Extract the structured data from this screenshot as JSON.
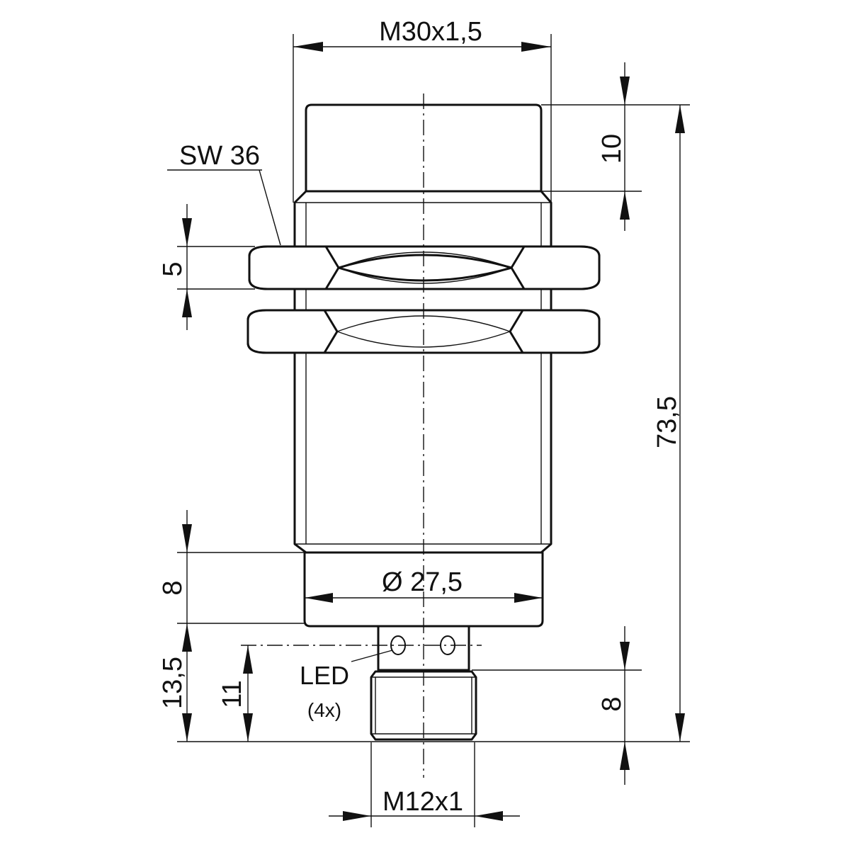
{
  "drawing": {
    "line_color": "#111111",
    "background_color": "#ffffff"
  },
  "dimensions": {
    "thread_main": "M30x1,5",
    "wrench_size": "SW 36",
    "front_length": "10",
    "nut_thickness": "5",
    "overall_length": "73,5",
    "rear_collar_length": "8",
    "rear_diameter": "Ø 27,5",
    "connector_length": "13,5",
    "led_height": "11",
    "connector_thread_length": "8",
    "connector_thread": "M12x1"
  },
  "annotations": {
    "led_label": "LED",
    "led_count": "(4x)"
  }
}
